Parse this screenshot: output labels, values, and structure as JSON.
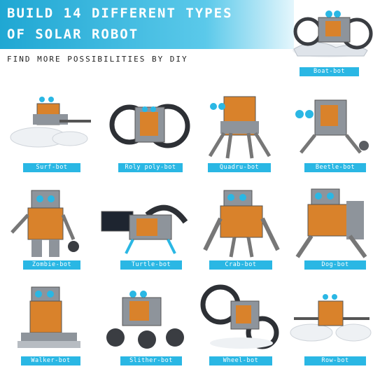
{
  "header": {
    "title_line1": "BUILD 14 DIFFERENT TYPES",
    "title_line2": "OF SOLAR ROBOT",
    "subtitle": "FIND MORE POSSIBILITIES BY DIY"
  },
  "robots": [
    {
      "label": "Boat-bot"
    },
    {
      "label": "Surf-bot"
    },
    {
      "label": "Roly poly-bot"
    },
    {
      "label": "Quadru-bot"
    },
    {
      "label": "Beetle-bot"
    },
    {
      "label": "Zombie-bot"
    },
    {
      "label": "Turtle-bot"
    },
    {
      "label": "Crab-bot"
    },
    {
      "label": "Dog-bot"
    },
    {
      "label": "Walker-bot"
    },
    {
      "label": "Slither-bot"
    },
    {
      "label": "Wheel-bot"
    },
    {
      "label": "Row-bot"
    }
  ],
  "colors": {
    "banner_blue": "#1fa7d3",
    "label_blue": "#2ab7e4",
    "robot_orange": "#d9822b",
    "robot_gray": "#8e949b"
  }
}
